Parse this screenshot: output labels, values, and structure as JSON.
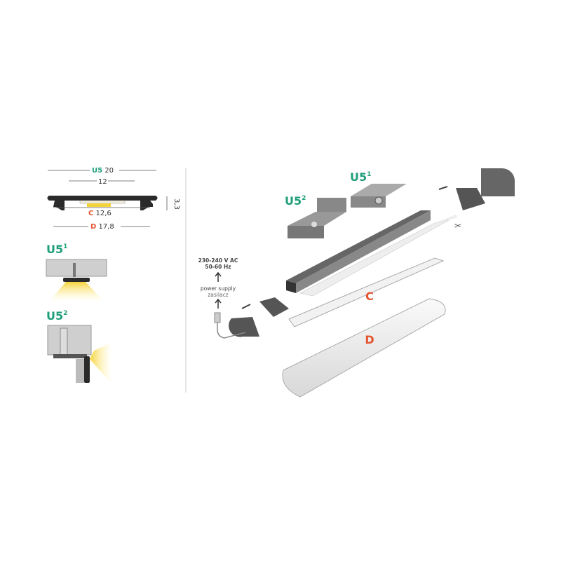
{
  "colors": {
    "profile_label": "#1f9e7a",
    "cover_label": "#e5532f",
    "profile": "#2a2a2a",
    "led_light": "#f5d33a",
    "wall": "#cfcfcf"
  },
  "cross_section": {
    "profile_name": "U5",
    "width": "20",
    "inner_width": "12",
    "height": "3,3",
    "cover_c_letter": "C",
    "cover_c_width": "12,6",
    "cover_d_letter": "D",
    "cover_d_width": "17,8"
  },
  "mounting": [
    {
      "name": "U5",
      "variant": "1"
    },
    {
      "name": "U5",
      "variant": "2"
    }
  ],
  "exploded_view": {
    "bracket_2": {
      "name": "U5",
      "variant": "2"
    },
    "bracket_1": {
      "name": "U5",
      "variant": "1"
    },
    "voltage": "230-240 V AC",
    "frequency": "50-60 Hz",
    "power_supply_en": "power supply",
    "power_supply_pl": "zasilacz",
    "cover_c": "C",
    "cover_d": "D"
  }
}
